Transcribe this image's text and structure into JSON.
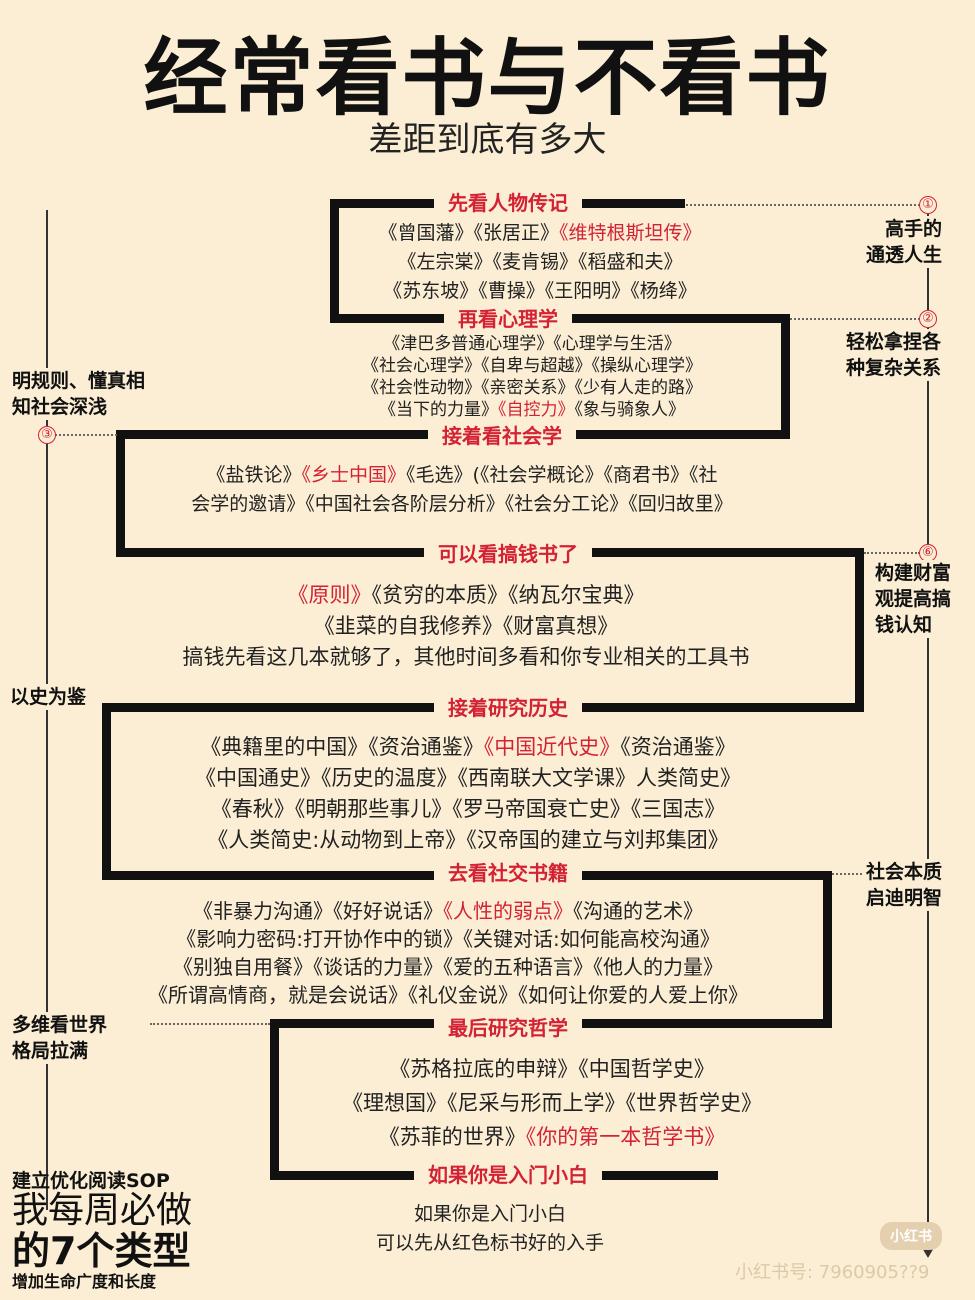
{
  "title": "经常看书与不看书",
  "subtitle": "差距到底有多大",
  "sections": [
    {
      "header": "先看人物传记",
      "lines": [
        [
          {
            "t": "《曾国藩》《张居正》"
          },
          {
            "t": "《维特根斯坦传》",
            "red": true
          }
        ],
        [
          {
            "t": "《左宗棠》《麦肯锡》《稻盛和夫》"
          }
        ],
        [
          {
            "t": "《苏东坡》《曹操》《王阳明》《杨绛》"
          }
        ]
      ]
    },
    {
      "header": "再看心理学",
      "lines": [
        [
          {
            "t": "《津巴多普通心理学》《心理学与生活》"
          }
        ],
        [
          {
            "t": "《社会心理学》《自卑与超越》《操纵心理学》"
          }
        ],
        [
          {
            "t": "《社会性动物》《亲密关系》《少有人走的路》"
          }
        ],
        [
          {
            "t": "《当下的力量》"
          },
          {
            "t": "《自控力》",
            "red": true
          },
          {
            "t": "《象与骑象人》"
          }
        ]
      ]
    },
    {
      "header": "接着看社会学",
      "lines": [
        [
          {
            "t": "《盐铁论》"
          },
          {
            "t": "《乡士中国》",
            "red": true
          },
          {
            "t": "《毛选》(《社会学概论》《商君书》《社"
          }
        ],
        [
          {
            "t": "会学的邀请》《中国社会各阶层分析》《社会分工论》《回归故里》"
          }
        ]
      ]
    },
    {
      "header": "可以看搞钱书了",
      "lines": [
        [
          {
            "t": "《原则》",
            "red": true
          },
          {
            "t": "《贫穷的本质》《纳瓦尔宝典》"
          }
        ],
        [
          {
            "t": "《韭菜的自我修养》《财富真想》"
          }
        ],
        [
          {
            "t": "搞钱先看这几本就够了，其他时间多看和你专业相关的工具书"
          }
        ]
      ]
    },
    {
      "header": "接着研究历史",
      "lines": [
        [
          {
            "t": "《典籍里的中国》《资治通鉴》"
          },
          {
            "t": "《中国近代史》",
            "red": true
          },
          {
            "t": "《资治通鉴》"
          }
        ],
        [
          {
            "t": "《中国通史》《历史的温度》《西南联大文学课》人类简史》"
          }
        ],
        [
          {
            "t": "《春秋》《明朝那些事儿》《罗马帝国衰亡史》《三国志》"
          }
        ],
        [
          {
            "t": "《人类简史:从动物到上帝》《汉帝国的建立与刘邦集团》"
          }
        ]
      ]
    },
    {
      "header": "去看社交书籍",
      "lines": [
        [
          {
            "t": "《非暴力沟通》《好好说话》"
          },
          {
            "t": "《人性的弱点》",
            "red": true
          },
          {
            "t": "《沟通的艺术》"
          }
        ],
        [
          {
            "t": "《影响力密码:打开协作中的锁》《关键对话:如何能高校沟通》"
          }
        ],
        [
          {
            "t": "《别独自用餐》《谈话的力量》《爱的五种语言》《他人的力量》"
          }
        ],
        [
          {
            "t": "《所谓高情商，就是会说话》《礼仪金说》《如何让你爱的人爱上你》"
          }
        ]
      ]
    },
    {
      "header": "最后研究哲学",
      "lines": [
        [
          {
            "t": "《苏格拉底的申辩》《中国哲学史》"
          }
        ],
        [
          {
            "t": "《理想国》《尼采与形而上学》《世界哲学史》"
          }
        ],
        [
          {
            "t": "《苏菲的世界》"
          },
          {
            "t": "《你的第一本哲学书》",
            "red": true
          }
        ]
      ]
    },
    {
      "header": "如果你是入门小白",
      "lines": [
        [
          {
            "t": "如果你是入门小白"
          }
        ],
        [
          {
            "t": "可以先从红色标书好的入手"
          }
        ]
      ]
    }
  ],
  "side_labels": {
    "s1": "高手的\n通透人生",
    "s2": "轻松拿捏各\n种复杂关系",
    "s3": "明规则、懂真相\n知社会深浅",
    "s4": "构建财富\n观提高搞\n钱认知",
    "s5": "以史为鉴",
    "s6": "社会本质\n启迪明智",
    "s7": "多维看世界\n格局拉满"
  },
  "markers": {
    "m1": "①",
    "m2": "②",
    "m3": "③",
    "m6": "⑥"
  },
  "branding": {
    "line1": "建立优化阅读SOP",
    "line2": "我每周必做",
    "line3": "的7个类型",
    "line4": "增加生命广度和长度"
  },
  "watermark": {
    "badge": "小红书",
    "text": "小红书号: 7960905??9"
  }
}
